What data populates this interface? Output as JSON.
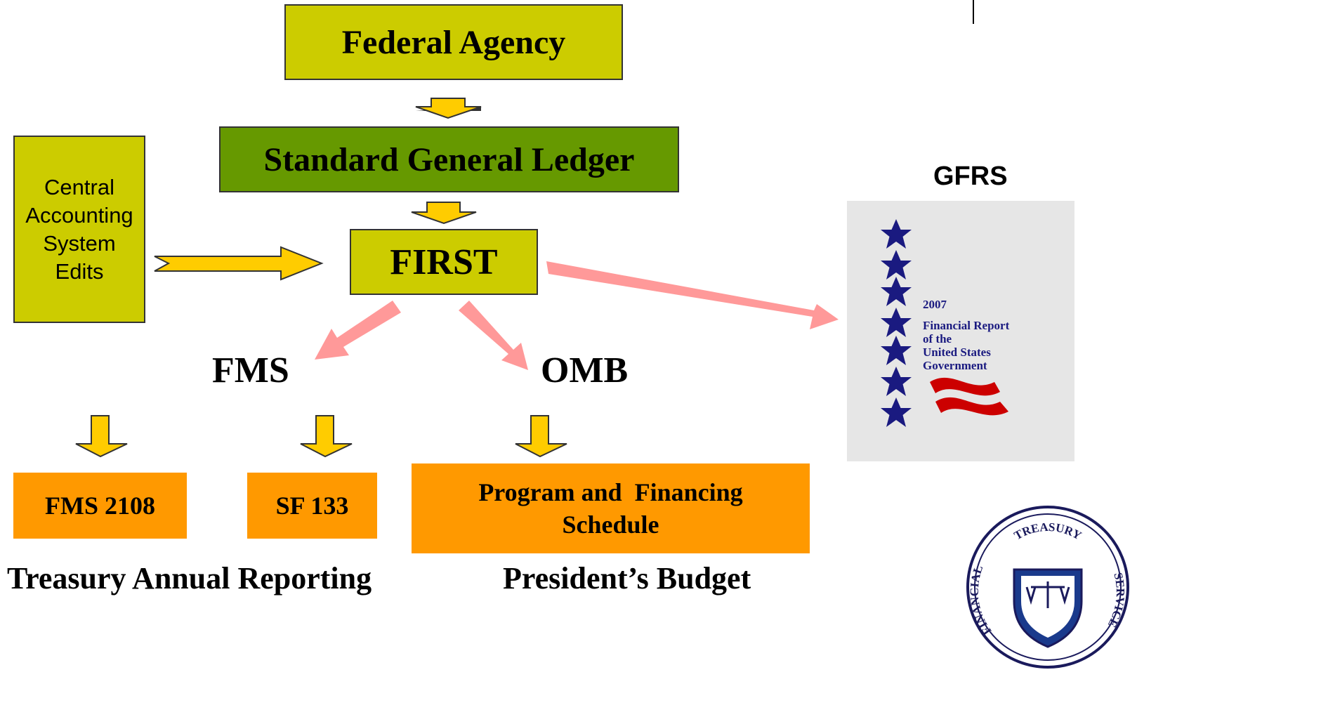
{
  "nodes": {
    "federal_agency": "Federal Agency",
    "sgl": "Standard General Ledger",
    "first": "FIRST",
    "central_line1": "Central",
    "central_line2": "Accounting",
    "central_line3": "System",
    "central_line4": "Edits",
    "fms": "FMS",
    "omb": "OMB",
    "fms2108": "FMS 2108",
    "sf133": "SF 133",
    "pfs_line1": "Program and  Financing",
    "pfs_line2": "Schedule"
  },
  "labels": {
    "treasury_reporting": "Treasury Annual Reporting",
    "presidents_budget": "President’s Budget",
    "gfrs": "GFRS"
  },
  "report_cover": {
    "year": "2007",
    "title_line1": "Financial Report",
    "title_line2": "of the",
    "title_line3": "United States",
    "title_line4": "Government"
  },
  "seal": {
    "text_top": "TREASURY",
    "text_left": "FINANCIAL",
    "text_right": "SERVICE"
  },
  "colors": {
    "olive": "#cccc00",
    "green": "#669900",
    "orange": "#ff9900",
    "yellow_arrow": "#ffcc00",
    "pink_arrow": "#ff9999",
    "star_navy": "#1a1a80",
    "stripe_red": "#cc0000"
  }
}
